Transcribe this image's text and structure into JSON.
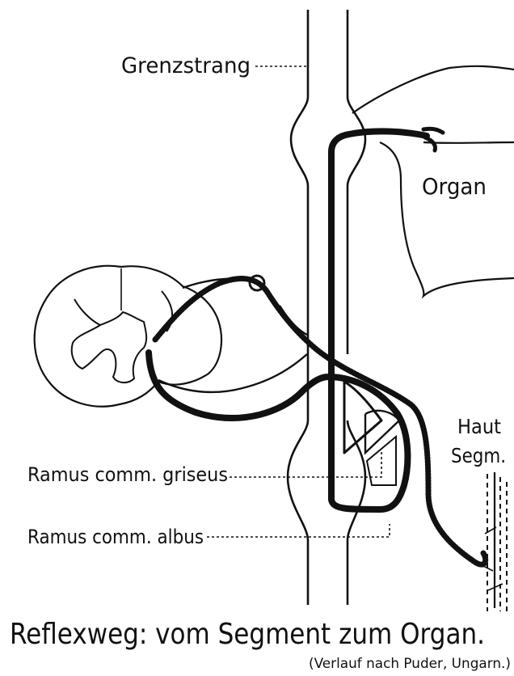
{
  "labels": {
    "grenzstrang": "Grenzstrang",
    "organ": "Organ",
    "haut": "Haut",
    "segm": "Segm.",
    "ramus_griseus": "Ramus comm. griseus",
    "ramus_albus": "Ramus comm. albus"
  },
  "caption": {
    "title": "Reflexweg: vom Segment zum Organ.",
    "source": "(Verlauf nach Puder, Ungarn.)"
  },
  "colors": {
    "ink": "#111111",
    "paper": "#ffffff"
  }
}
